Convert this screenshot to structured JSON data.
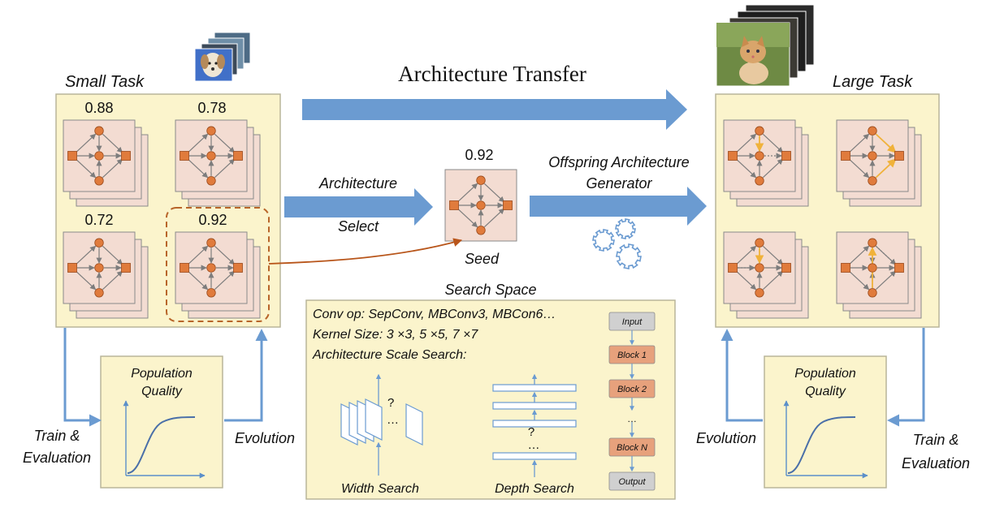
{
  "title": "Architecture Transfer",
  "small_task": {
    "label": "Small Task",
    "scores": [
      "0.88",
      "0.78",
      "0.72",
      "0.92"
    ]
  },
  "large_task": {
    "label": "Large Task"
  },
  "center": {
    "select_label_top": "Architecture",
    "select_label_bottom": "Select",
    "seed_score": "0.92",
    "seed_label": "Seed",
    "generator_line1": "Offspring Architecture",
    "generator_line2": "Generator"
  },
  "search_space": {
    "title": "Search Space",
    "conv_op": "Conv op:  SepConv, MBConv3, MBCon6…",
    "kernel_size": "Kernel Size: 3 ×3, 5 ×5, 7 ×7",
    "scale_search": "Architecture Scale Search:",
    "width_search": "Width Search",
    "depth_search": "Depth Search",
    "question": "?",
    "ellipsis": "…",
    "blocks": [
      "Input",
      "Block 1",
      "Block 2",
      "…",
      "Block N",
      "Output"
    ]
  },
  "left_loop": {
    "quality_line1": "Population",
    "quality_line2": "Quality",
    "train_line1": "Train &",
    "train_line2": "Evaluation",
    "evolution": "Evolution"
  },
  "right_loop": {
    "quality_line1": "Population",
    "quality_line2": "Quality",
    "train_line1": "Train &",
    "train_line2": "Evaluation",
    "evolution": "Evolution"
  },
  "colors": {
    "panel_fill": "#fbf4cc",
    "panel_stroke": "#b9b59a",
    "card_fill": "#f3dcd2",
    "arrow_blue": "#6b9bd1",
    "node_orange": "#e07b3c",
    "seed_curve": "#b8551a",
    "dash_box": "#b8652a",
    "highlight_edge": "#f0b23a",
    "block_orange": "#e7a17c",
    "block_gray": "#d0d0d0"
  }
}
